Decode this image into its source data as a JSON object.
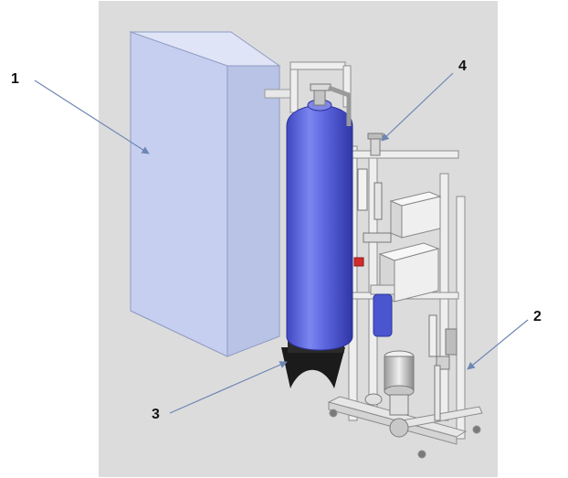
{
  "callouts": [
    {
      "id": "1",
      "label": "1",
      "target": "storage-tank"
    },
    {
      "id": "2",
      "label": "2",
      "target": "frame"
    },
    {
      "id": "3",
      "label": "3",
      "target": "pressure-vessel"
    },
    {
      "id": "4",
      "label": "4",
      "target": "top-valve"
    }
  ],
  "colors": {
    "background_panel": "#dcdcdc",
    "tank": "#c9d2ee",
    "vessel": "#5560d8",
    "frame": "#e6e6e6",
    "leader_line": "#6d86b3"
  }
}
